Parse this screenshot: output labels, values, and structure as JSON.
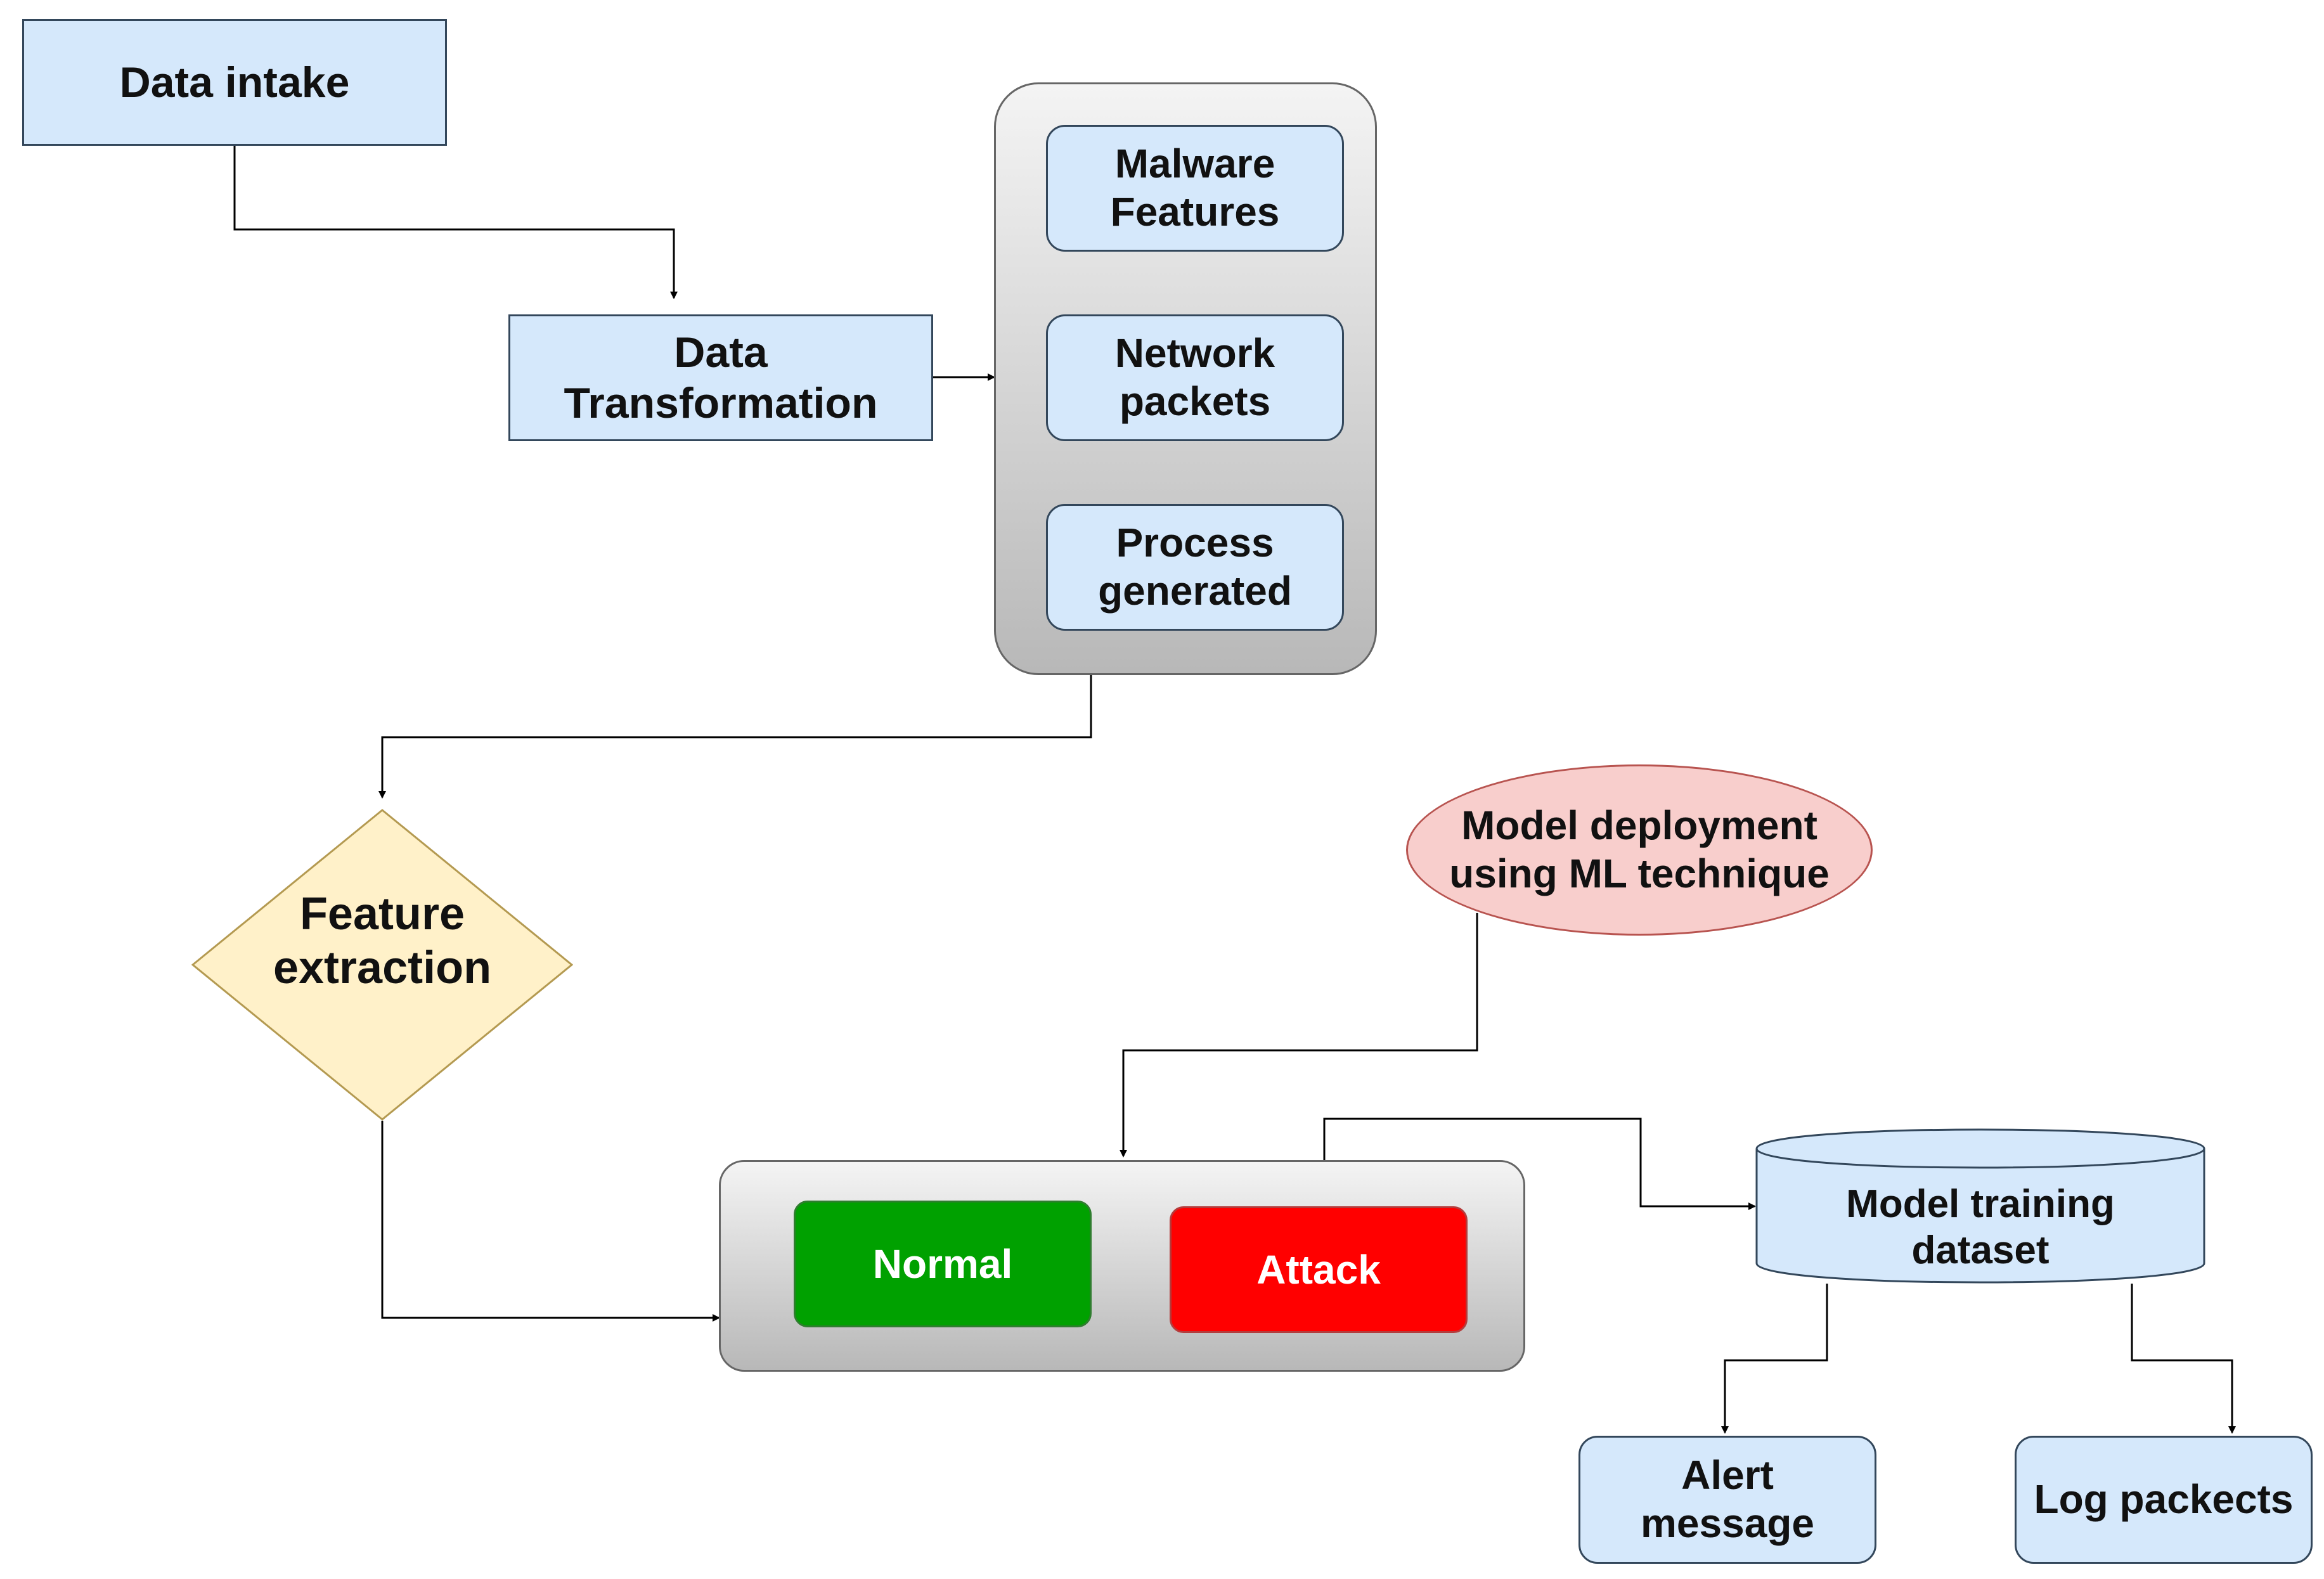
{
  "diagram": {
    "nodes": {
      "data_intake": "Data intake",
      "data_transformation": "Data\nTransformation",
      "malware_features": "Malware\nFeatures",
      "network_packets": "Network\npackets",
      "process_generated": "Process\ngenerated",
      "feature_extraction": "Feature\nextraction",
      "model_deployment": "Model deployment\nusing ML technique",
      "normal": "Normal",
      "attack": "Attack",
      "model_training_dataset": "Model training\ndataset",
      "alert_message": "Alert\nmessage",
      "log_packets": "Log packects"
    },
    "colors": {
      "box_fill": "#d5e8fb",
      "box_border": "#33475b",
      "diamond_fill": "#fff1c9",
      "ellipse_fill": "#f8cecc",
      "normal_fill": "#00a100",
      "attack_fill": "#ff0000",
      "container_gradient_top": "#f4f4f4",
      "container_gradient_bottom": "#b8b8b8",
      "connector": "#000000"
    },
    "edges": [
      {
        "from": "data_intake",
        "to": "data_transformation"
      },
      {
        "from": "data_transformation",
        "to": "source_group"
      },
      {
        "from": "source_group",
        "to": "feature_extraction"
      },
      {
        "from": "feature_extraction",
        "to": "classification_group"
      },
      {
        "from": "model_deployment",
        "to": "classification_group"
      },
      {
        "from": "classification_group",
        "to": "model_training_dataset"
      },
      {
        "from": "model_training_dataset",
        "to": "alert_message"
      },
      {
        "from": "model_training_dataset",
        "to": "log_packets"
      }
    ]
  }
}
